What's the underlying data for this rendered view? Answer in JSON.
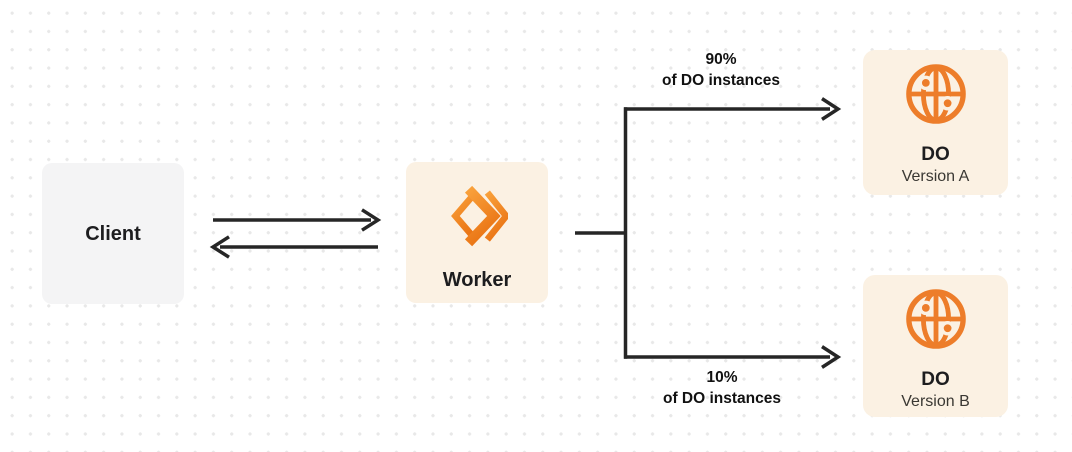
{
  "diagram": {
    "client": {
      "label": "Client"
    },
    "worker": {
      "label": "Worker"
    },
    "do_version_a": {
      "title": "DO",
      "subtitle": "Version A"
    },
    "do_version_b": {
      "title": "DO",
      "subtitle": "Version B"
    },
    "route_a_label": {
      "line1": "90%",
      "line2": "of DO instances"
    },
    "route_b_label": {
      "line1": "10%",
      "line2": "of DO instances"
    }
  },
  "icons": {
    "worker_icon": "cloudflare-workers-chevrons",
    "do_icon": "durable-objects-globe"
  },
  "colors": {
    "orange": "#f08224",
    "orange_light": "#f9a13b",
    "orange_dark": "#ea7515",
    "globe_orange": "#ed7d2a",
    "cream_box": "#fbf1e3",
    "gray_box": "#f4f4f5",
    "line": "#262626",
    "text_dark": "#1d1d1f",
    "text_sub": "#3a3833",
    "dot_grid": "#e8e8e8",
    "background": "#ffffff"
  }
}
